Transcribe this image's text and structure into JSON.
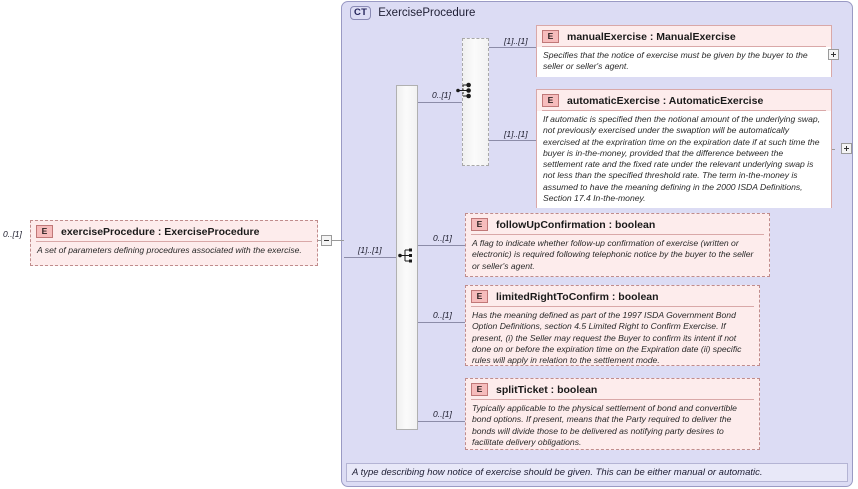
{
  "root_element": {
    "badge": "E",
    "name": "exerciseProcedure : ExerciseProcedure",
    "doc": "A set of parameters defining procedures associated with the exercise.",
    "cardinality": "0..[1]"
  },
  "complex_type": {
    "badge": "CT",
    "title": "ExerciseProcedure",
    "footer_doc": "A type describing how notice of exercise should be given. This can be either manual or automatic.",
    "sequence_cardinality": "[1]..[1]"
  },
  "compositors": [
    {
      "kind": "sequence",
      "icon": "sequence-icon",
      "cardinality": "[1]..[1]"
    },
    {
      "kind": "choice",
      "icon": "choice-icon",
      "cardinality": "0..[1]"
    }
  ],
  "choice_children": [
    {
      "badge": "E",
      "name": "manualExercise : ManualExercise",
      "doc": "Specifies that the notice of exercise must be given by the buyer to the seller or seller's agent.",
      "cardinality": "[1]..[1]",
      "optional": false,
      "expandable": true,
      "toggle": "plus"
    },
    {
      "badge": "E",
      "name": "automaticExercise : AutomaticExercise",
      "doc": "If automatic is specified then the notional amount of the underlying swap, not previously exercised under the swaption will be automatically exercised at the expriration time on the expiration date if at such time the buyer is in-the-money, provided that the difference between the settlement rate and the fixed rate under the relevant underlying swap is not less than the specified threshold rate. The term in-the-money is assumed to have the meaning defining in the 2000 ISDA Definitions, Section 17.4 In-the-money.",
      "cardinality": "[1]..[1]",
      "optional": false,
      "expandable": true,
      "toggle": "plus"
    }
  ],
  "sequence_children": [
    {
      "badge": "E",
      "name": "followUpConfirmation : boolean",
      "doc": "A flag to indicate whether follow-up confirmation of exercise (written or electronic) is required following telephonic notice by the buyer to the seller or seller's agent.",
      "cardinality": "0..[1]",
      "optional": true
    },
    {
      "badge": "E",
      "name": "limitedRightToConfirm : boolean",
      "doc": "Has the meaning defined as part of the 1997 ISDA Government Bond Option Definitions, section 4.5 Limited Right to Confirm Exercise. If present, (i) the Seller may request the Buyer to confirm its intent if not done on or before the expiration time on the Expiration date (ii) specific rules will apply in relation to the settlement mode.",
      "cardinality": "0..[1]",
      "optional": true
    },
    {
      "badge": "E",
      "name": "splitTicket : boolean",
      "doc": "Typically applicable to the physical settlement of bond and convertible bond options. If present, means that the Party required to deliver the bonds will divide those to be delivered as notifying party desires to facilitate delivery obligations.",
      "cardinality": "0..[1]",
      "optional": true
    }
  ],
  "toggles": {
    "root_collapse": "minus",
    "manual_expand": "plus",
    "automatic_expand": "plus"
  },
  "colors": {
    "ct_fill": "#dcdcf4",
    "ct_border": "#9a9ac4",
    "element_fill": "#fdecec",
    "element_border": "#d9a8a8",
    "badge_fill": "#f6bcbc",
    "line": "#8c8ca8"
  }
}
